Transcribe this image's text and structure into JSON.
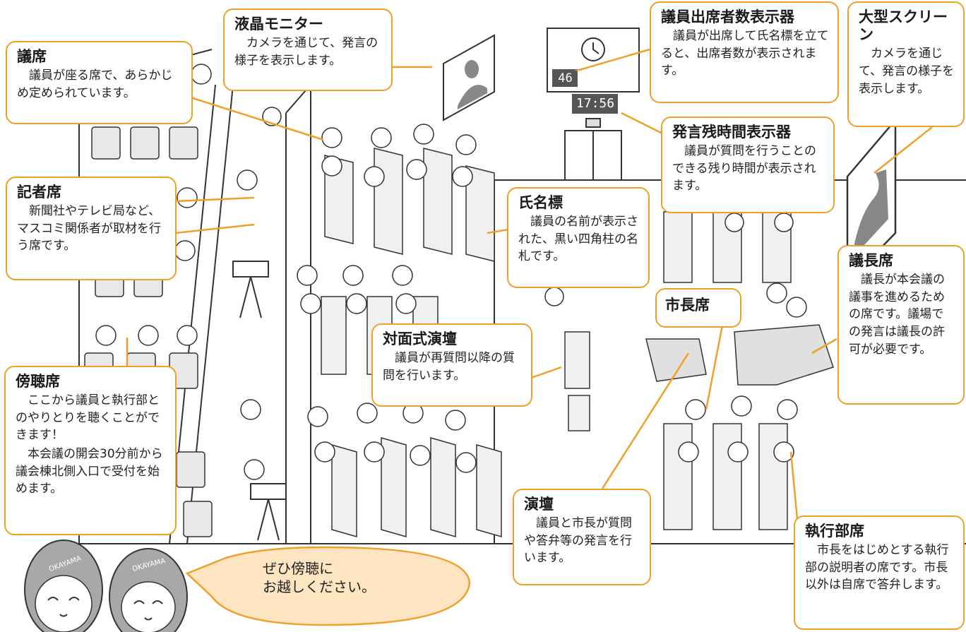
{
  "callouts": {
    "giseki": {
      "title": "議席",
      "text": "議員が座る席で、あらかじめ定められています。"
    },
    "ekisho": {
      "title": "液晶モニター",
      "text": "カメラを通じて、発言の様子を表示します。"
    },
    "shussekisha": {
      "title": "議員出席者数表示器",
      "text": "議員が出席して氏名標を立てると、出席者数が表示されます。"
    },
    "screen": {
      "title": "大型スクリーン",
      "text": "カメラを通じて、発言の様子を表示します。"
    },
    "hatsugen_jikan": {
      "title": "発言残時間表示器",
      "text": "議員が質問を行うことのできる残り時間が表示されます。"
    },
    "kishaseki": {
      "title": "記者席",
      "text": "新聞社やテレビ局など、マスコミ関係者が取材を行う席です。"
    },
    "shimeihyo": {
      "title": "氏名標",
      "text": "議員の名前が表示された、黒い四角柱の名札です。"
    },
    "gichoseki": {
      "title": "議長席",
      "text": "議長が本会議の議事を進めるための席です。議場での発言は議長の許可が必要です。"
    },
    "shichoseki": {
      "title": "市長席"
    },
    "taimen": {
      "title": "対面式演壇",
      "text": "議員が再質問以降の質問を行います。"
    },
    "bochoseki": {
      "title": "傍聴席",
      "text": "ここから議員と執行部とのやりとりを聴くことができます！",
      "text2": "本会議の開会30分前から議会棟北側入口で受付を始めます。"
    },
    "endan": {
      "title": "演壇",
      "text": "議員と市長が質問や答弁等の発言を行います。"
    },
    "shikkobu": {
      "title": "執行部席",
      "text": "市長をはじめとする執行部の説明者の席です。市長以外は自席で答弁します。"
    }
  },
  "displays": {
    "attendance_count": "46",
    "remaining_time": "17:56"
  },
  "mascot": {
    "cap_text_1": "OKAYAMA",
    "cap_text_2": "OKAYAMA",
    "speech": "ぜひ傍聴に\nお越しください。"
  },
  "colors": {
    "callout_border": "#f0a028",
    "speech_fill": "#fde5c2",
    "line": "#333333",
    "seat_fill": "#e8e8e8"
  }
}
